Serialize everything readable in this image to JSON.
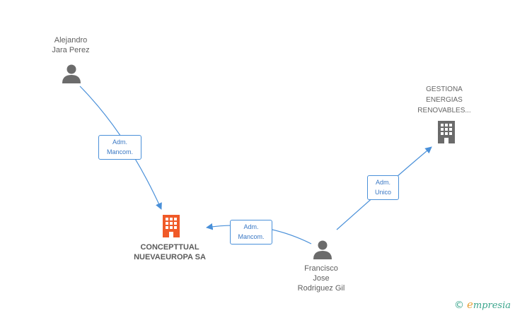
{
  "nodes": {
    "alejandro": {
      "lines": [
        "Alejandro",
        "Jara Perez"
      ]
    },
    "gestiona": {
      "lines": [
        "GESTIONA",
        "ENERGIAS",
        "RENOVABLES..."
      ]
    },
    "conceptual": {
      "lines": [
        "CONCEPTTUAL",
        "NUEVAEUROPA SA"
      ]
    },
    "francisco": {
      "lines": [
        "Francisco",
        "Jose",
        "Rodriguez Gil"
      ]
    }
  },
  "edges": {
    "alejandro_conceptual": {
      "lines": [
        "Adm.",
        "Mancom."
      ]
    },
    "francisco_conceptual": {
      "lines": [
        "Adm.",
        "Mancom."
      ]
    },
    "francisco_gestiona": {
      "lines": [
        "Adm.",
        "Unico"
      ]
    }
  },
  "footer": {
    "copyright": "©",
    "brand_initial": "e",
    "brand_rest": "mpresia"
  },
  "colors": {
    "edge": "#4a90d9",
    "company_main": "#f05a28",
    "company_other": "#6b6b6b",
    "person": "#6b6b6b"
  },
  "icons": [
    "person-icon",
    "building-icon"
  ]
}
